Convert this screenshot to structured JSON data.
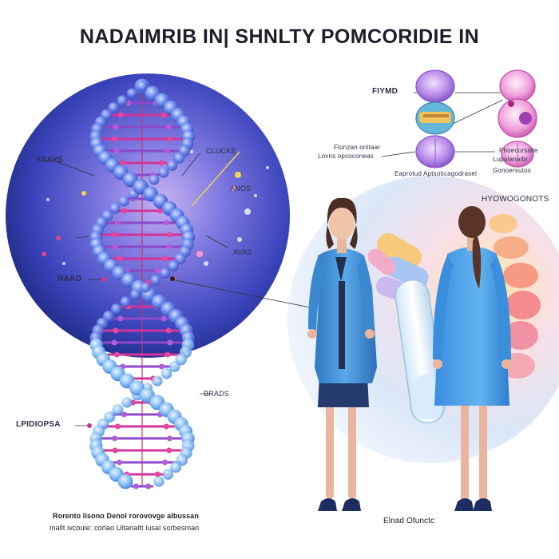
{
  "title": "NADAIMRIB IN| SHNLTY POMCORIDIE IN",
  "dna_labels": {
    "top_left": "YAAVS",
    "top_right": "CLUCKE",
    "mid_left": "NAAO",
    "small_right": "ANOS",
    "lower_right": "AVAS",
    "bottom_right_minor": "BRADS",
    "bottom_left": "LPIDIOPSA"
  },
  "cell_labels": {
    "title_left": "FIYMD",
    "left_sub_1": "Flunzan onitaar",
    "left_sub_2": "Lovns opcoconeas",
    "bottom_caption": "Eaprotud Aptsoticagodrasel",
    "right_sub_1": "Phoecorsalle",
    "right_sub_2": "Lupolanaibr",
    "right_sub_3": "Gonoersutos",
    "side_heading": "HYOWOGONOTS"
  },
  "caption_bottom_left_1": "Rorento lisono Denol rorovovge albussan",
  "caption_bottom_left_2": "mallt ivcoule: corlao Uitanaltt lusal sorbesman",
  "caption_bottom_right": "Elnad Ofunctc",
  "colors": {
    "dna_blue": "#4e6fe0",
    "dna_light": "#9fb6ff",
    "rung_pink": "#d2339a",
    "rung_purple": "#8c48c9",
    "coat_blue": "#3f92d8",
    "skirt_navy": "#253a6f",
    "accent_yellow": "#f6d64c"
  }
}
